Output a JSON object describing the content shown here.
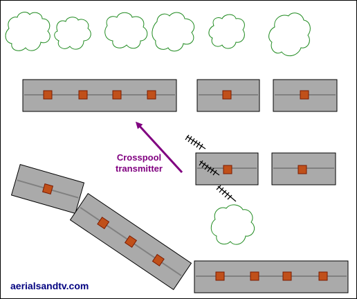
{
  "diagram": {
    "caption_line1": "Crosspool",
    "caption_line2": "transmitter",
    "site_label": "aerialsandtv.com",
    "colors": {
      "house_fill": "#aaaaaa",
      "house_stroke": "#000000",
      "ridge_line": "#808080",
      "chimney_fill": "#c0501a",
      "chimney_stroke": "#7a1a00",
      "tree_outline": "#1e8a1e",
      "arrow": "#800080",
      "caption": "#800080",
      "site_label": "#000080",
      "aerial": "#000000"
    },
    "icons": [
      "tree-icon",
      "house-icon",
      "chimney-icon",
      "tv-aerial-icon",
      "direction-arrow-icon"
    ]
  }
}
